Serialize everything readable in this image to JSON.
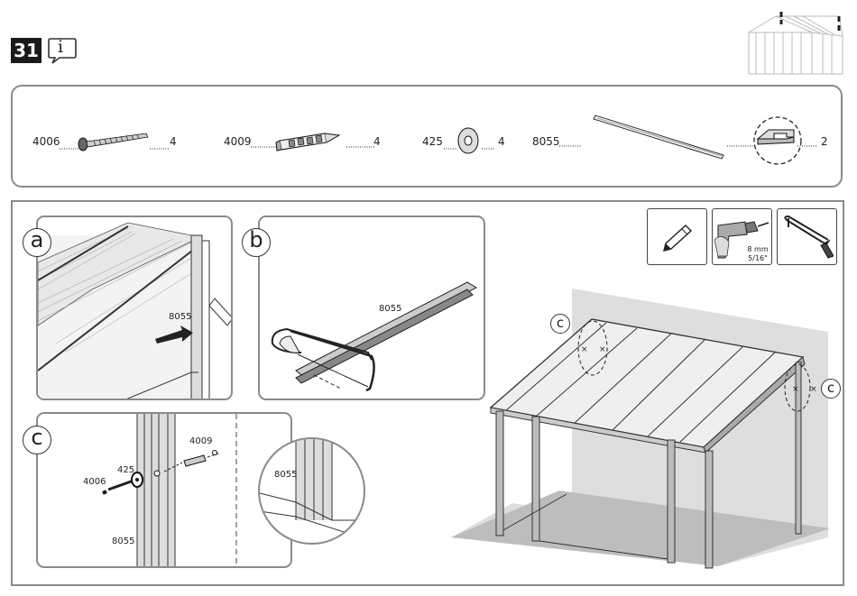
{
  "step": {
    "number": "31",
    "info_icon_glyph": "i"
  },
  "parts": [
    {
      "code": "4006",
      "qty": "4",
      "icon": "screw-icon"
    },
    {
      "code": "4009",
      "qty": "4",
      "icon": "wall-plug-icon"
    },
    {
      "code": "425",
      "qty": "4",
      "icon": "washer-icon"
    },
    {
      "code": "8055",
      "qty": "2",
      "icon": "profile-strip-icon"
    }
  ],
  "tools": {
    "pencil": {
      "icon": "pencil-icon"
    },
    "drill": {
      "icon": "drill-icon",
      "bit_metric": "8 mm",
      "bit_imperial": "5/16\""
    },
    "saw": {
      "icon": "hacksaw-icon"
    }
  },
  "detail_a": {
    "letter": "a",
    "label": "8055"
  },
  "detail_b": {
    "letter": "b",
    "label": "8055"
  },
  "detail_c": {
    "letter": "c",
    "labels": {
      "plug": "4009",
      "washer": "425",
      "screw": "4006",
      "profile": "8055",
      "zoom_profile": "8055"
    }
  },
  "overview": {
    "callout_left": "c",
    "callout_right": "c"
  }
}
